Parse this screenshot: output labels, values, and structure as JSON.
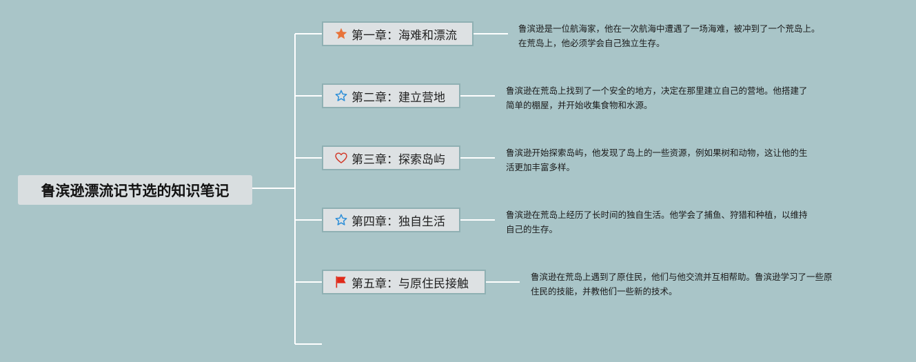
{
  "root": {
    "title": "鲁滨逊漂流记节选的知识笔记"
  },
  "chapters": [
    {
      "icon": "star-filled-icon",
      "title": "第一章：海难和漂流",
      "desc_lines": [
        "鲁滨逊是一位航海家，他在一次航海中遭遇了一场海难，被冲到了一个荒岛上。",
        "在荒岛上，他必须学会自己独立生存。"
      ]
    },
    {
      "icon": "star-outline-icon",
      "title": "第二章：建立营地",
      "desc_lines": [
        "鲁滨逊在荒岛上找到了一个安全的地方，决定在那里建立自己的营地。他搭建了",
        "简单的棚屋，并开始收集食物和水源。"
      ]
    },
    {
      "icon": "heart-outline-icon",
      "title": "第三章：探索岛屿",
      "desc_lines": [
        "鲁滨逊开始探索岛屿，他发现了岛上的一些资源，例如果树和动物，这让他的生",
        "活更加丰富多样。"
      ]
    },
    {
      "icon": "star-outline-icon",
      "title": "第四章：独自生活",
      "desc_lines": [
        "鲁滨逊在荒岛上经历了长时间的独自生活。他学会了捕鱼、狩猎和种植，以维持",
        "自己的生存。"
      ]
    },
    {
      "icon": "flag-icon",
      "title": "第五章：与原住民接触",
      "desc_lines": [
        "鲁滨逊在荒岛上遇到了原住民，他们与他交流并互相帮助。鲁滨逊学习了一些原",
        "住民的技能，并教他们一些新的技术。"
      ]
    }
  ],
  "colors": {
    "background": "#a9c5c8",
    "connector": "#ffffff",
    "star_filled": "#e8733a",
    "star_outline": "#2e8fd8",
    "heart_outline": "#d23a2a",
    "flag": "#e02a1a"
  }
}
